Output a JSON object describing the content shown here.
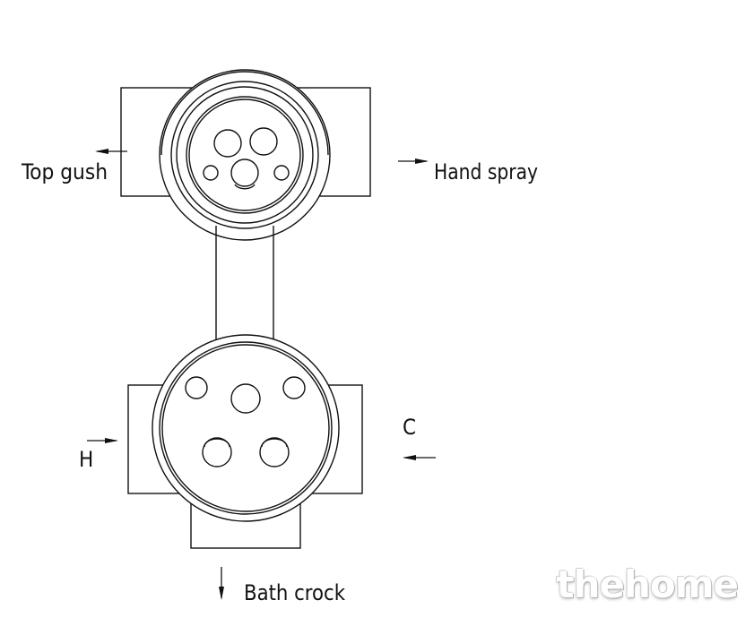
{
  "labels": {
    "top_gush": "Top gush",
    "hand_spray": "Hand spray",
    "hot": "H",
    "cold": "C",
    "bath_crock": "Bath crock"
  },
  "watermark": {
    "text": "thehome"
  },
  "colors": {
    "line": "#111111",
    "background": "#ffffff",
    "watermark_fill": "#ffffff",
    "watermark_outline": "#a0a0a0"
  }
}
